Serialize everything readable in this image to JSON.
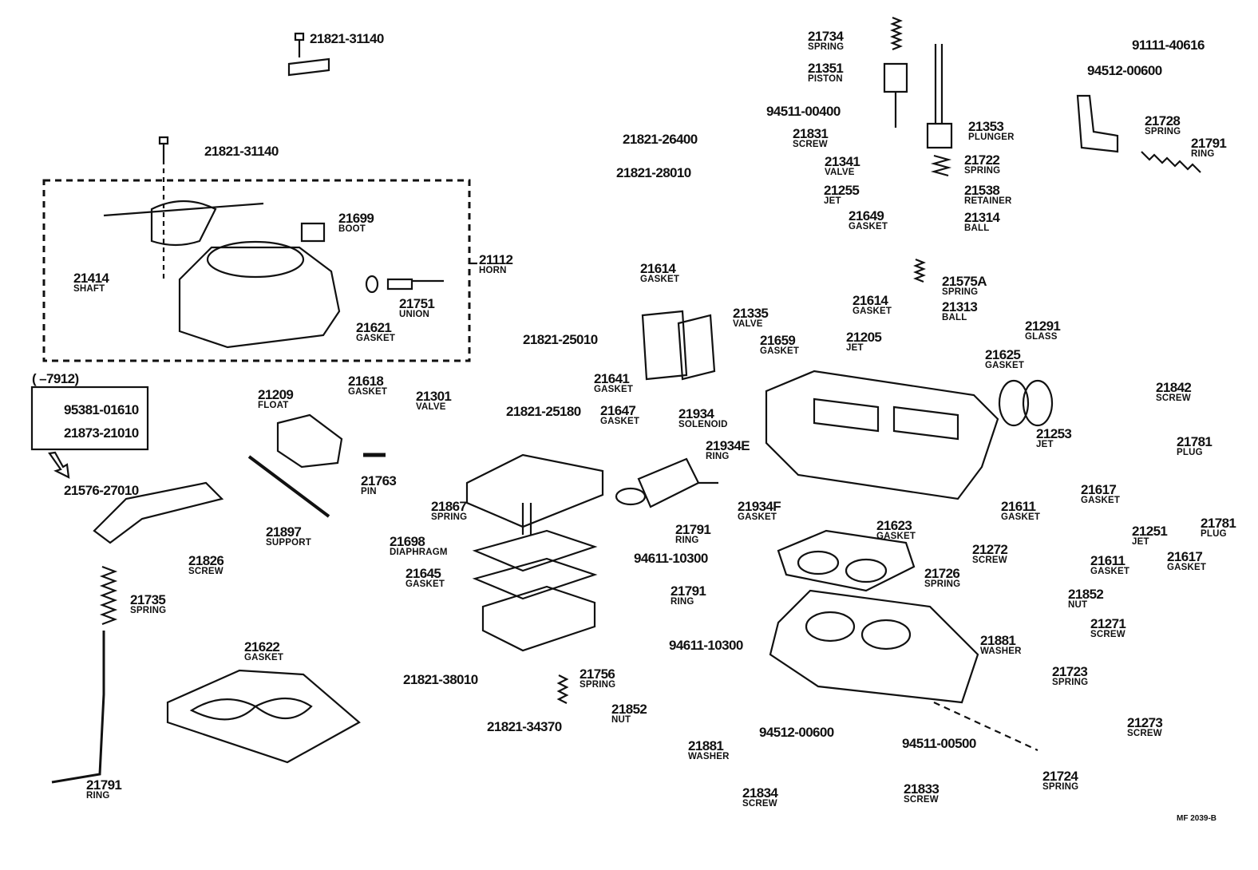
{
  "diagram": {
    "labels": [
      {
        "number": "21821-31140",
        "name": ""
      },
      {
        "number": "21821-31140",
        "name": ""
      },
      {
        "number": "21699",
        "name": "BOOT"
      },
      {
        "number": "21414",
        "name": "SHAFT"
      },
      {
        "number": "21112",
        "name": "HORN"
      },
      {
        "number": "21621",
        "name": "GASKET"
      },
      {
        "number": "21751",
        "name": "UNION"
      },
      {
        "number": "(       –7912)",
        "name": ""
      },
      {
        "number": "95381-01610",
        "name": ""
      },
      {
        "number": "21873-21010",
        "name": ""
      },
      {
        "number": "21576-27010",
        "name": ""
      },
      {
        "number": "21209",
        "name": "FLOAT"
      },
      {
        "number": "21618",
        "name": "GASKET"
      },
      {
        "number": "21301",
        "name": "VALVE"
      },
      {
        "number": "21763",
        "name": "PIN"
      },
      {
        "number": "21897",
        "name": "SUPPORT"
      },
      {
        "number": "21826",
        "name": "SCREW"
      },
      {
        "number": "21735",
        "name": "SPRING"
      },
      {
        "number": "21622",
        "name": "GASKET"
      },
      {
        "number": "21791",
        "name": "RING"
      },
      {
        "number": "21734",
        "name": "SPRING"
      },
      {
        "number": "21351",
        "name": "PISTON"
      },
      {
        "number": "94511-00400",
        "name": ""
      },
      {
        "number": "21831",
        "name": "SCREW"
      },
      {
        "number": "21341",
        "name": "VALVE"
      },
      {
        "number": "21255",
        "name": "JET"
      },
      {
        "number": "21353",
        "name": "PLUNGER"
      },
      {
        "number": "21722",
        "name": "SPRING"
      },
      {
        "number": "21538",
        "name": "RETAINER"
      },
      {
        "number": "21649",
        "name": "GASKET"
      },
      {
        "number": "21314",
        "name": "BALL"
      },
      {
        "number": "21575A",
        "name": "SPRING"
      },
      {
        "number": "21313",
        "name": "BALL"
      },
      {
        "number": "21205",
        "name": "JET"
      },
      {
        "number": "91111-40616",
        "name": ""
      },
      {
        "number": "94512-00600",
        "name": ""
      },
      {
        "number": "21728",
        "name": "SPRING"
      },
      {
        "number": "21791",
        "name": "RING"
      },
      {
        "number": "21821-26400",
        "name": ""
      },
      {
        "number": "21821-28010",
        "name": ""
      },
      {
        "number": "21614",
        "name": "GASKET"
      },
      {
        "number": "21614",
        "name": "GASKET"
      },
      {
        "number": "21335",
        "name": "VALVE"
      },
      {
        "number": "21659",
        "name": "GASKET"
      },
      {
        "number": "21821-25010",
        "name": ""
      },
      {
        "number": "21641",
        "name": "GASKET"
      },
      {
        "number": "21821-25180",
        "name": ""
      },
      {
        "number": "21647",
        "name": "GASKET"
      },
      {
        "number": "21934",
        "name": "SOLENOID"
      },
      {
        "number": "21934E",
        "name": "RING"
      },
      {
        "number": "21934F",
        "name": "GASKET"
      },
      {
        "number": "21867",
        "name": "SPRING"
      },
      {
        "number": "21698",
        "name": "DIAPHRAGM"
      },
      {
        "number": "21645",
        "name": "GASKET"
      },
      {
        "number": "21821-38010",
        "name": ""
      },
      {
        "number": "21756",
        "name": "SPRING"
      },
      {
        "number": "21821-34370",
        "name": ""
      },
      {
        "number": "21791",
        "name": "RING"
      },
      {
        "number": "94611-10300",
        "name": ""
      },
      {
        "number": "21791",
        "name": "RING"
      },
      {
        "number": "94611-10300",
        "name": ""
      },
      {
        "number": "21852",
        "name": "NUT"
      },
      {
        "number": "21881",
        "name": "WASHER"
      },
      {
        "number": "94512-00600",
        "name": ""
      },
      {
        "number": "94511-00500",
        "name": ""
      },
      {
        "number": "21834",
        "name": "SCREW"
      },
      {
        "number": "21833",
        "name": "SCREW"
      },
      {
        "number": "21623",
        "name": "GASKET"
      },
      {
        "number": "21726",
        "name": "SPRING"
      },
      {
        "number": "21272",
        "name": "SCREW"
      },
      {
        "number": "21852",
        "name": "NUT"
      },
      {
        "number": "21881",
        "name": "WASHER"
      },
      {
        "number": "21271",
        "name": "SCREW"
      },
      {
        "number": "21723",
        "name": "SPRING"
      },
      {
        "number": "21273",
        "name": "SCREW"
      },
      {
        "number": "21724",
        "name": "SPRING"
      },
      {
        "number": "21291",
        "name": "GLASS"
      },
      {
        "number": "21625",
        "name": "GASKET"
      },
      {
        "number": "21842",
        "name": "SCREW"
      },
      {
        "number": "21253",
        "name": "JET"
      },
      {
        "number": "21781",
        "name": "PLUG"
      },
      {
        "number": "21617",
        "name": "GASKET"
      },
      {
        "number": "21611",
        "name": "GASKET"
      },
      {
        "number": "21251",
        "name": "JET"
      },
      {
        "number": "21781",
        "name": "PLUG"
      },
      {
        "number": "21611",
        "name": "GASKET"
      },
      {
        "number": "21617",
        "name": "GASKET"
      }
    ],
    "footer_code": "MF 2039-B"
  }
}
